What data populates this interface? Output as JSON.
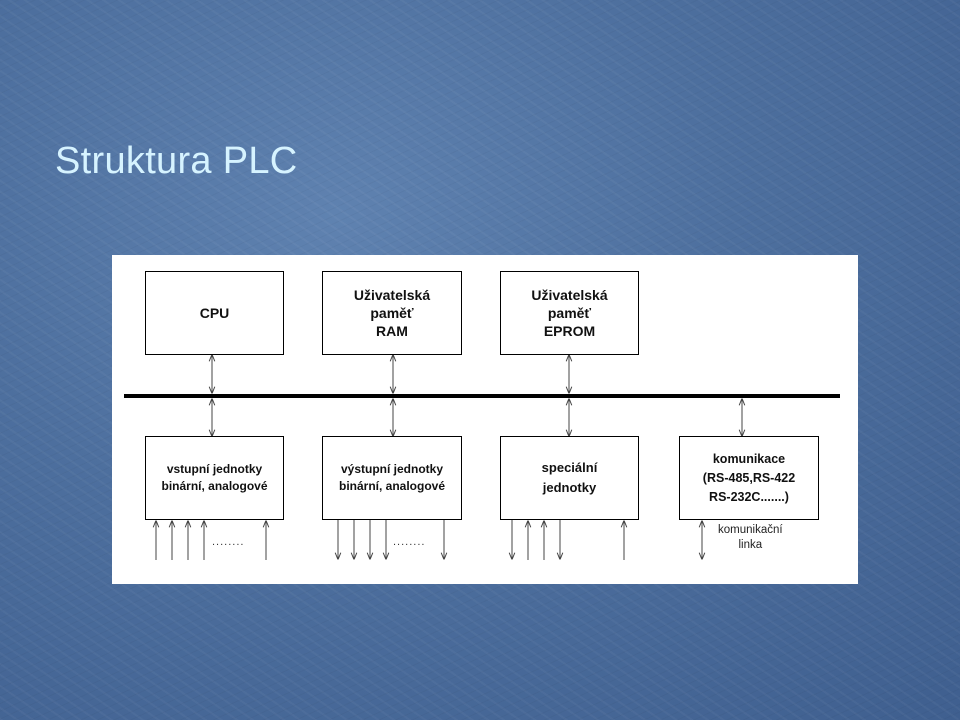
{
  "slide": {
    "title": "Struktura PLC"
  },
  "diagram": {
    "boxes": {
      "cpu": {
        "lines": [
          "CPU"
        ]
      },
      "ram": {
        "lines": [
          "Uživatelská",
          "paměť",
          "RAM"
        ]
      },
      "eprom": {
        "lines": [
          "Uživatelská",
          "paměť",
          "EPROM"
        ]
      },
      "inputs": {
        "lines": [
          "vstupní jednotky",
          "binární, analogové"
        ]
      },
      "outputs": {
        "lines": [
          "výstupní jednotky",
          "binární, analogové"
        ]
      },
      "special": {
        "lines": [
          "speciální",
          "jednotky"
        ]
      },
      "comm": {
        "lines": [
          "komunikace",
          "(RS-485,RS-422",
          "RS-232C.......)"
        ]
      }
    },
    "ellipsis_inputs": "........",
    "ellipsis_outputs": "........",
    "comm_link_label": [
      "komunikační",
      "linka"
    ]
  },
  "colors": {
    "title": "#d6f3ff",
    "background": "#4d6f9e",
    "panel": "#ffffff",
    "lines": "#000000"
  }
}
